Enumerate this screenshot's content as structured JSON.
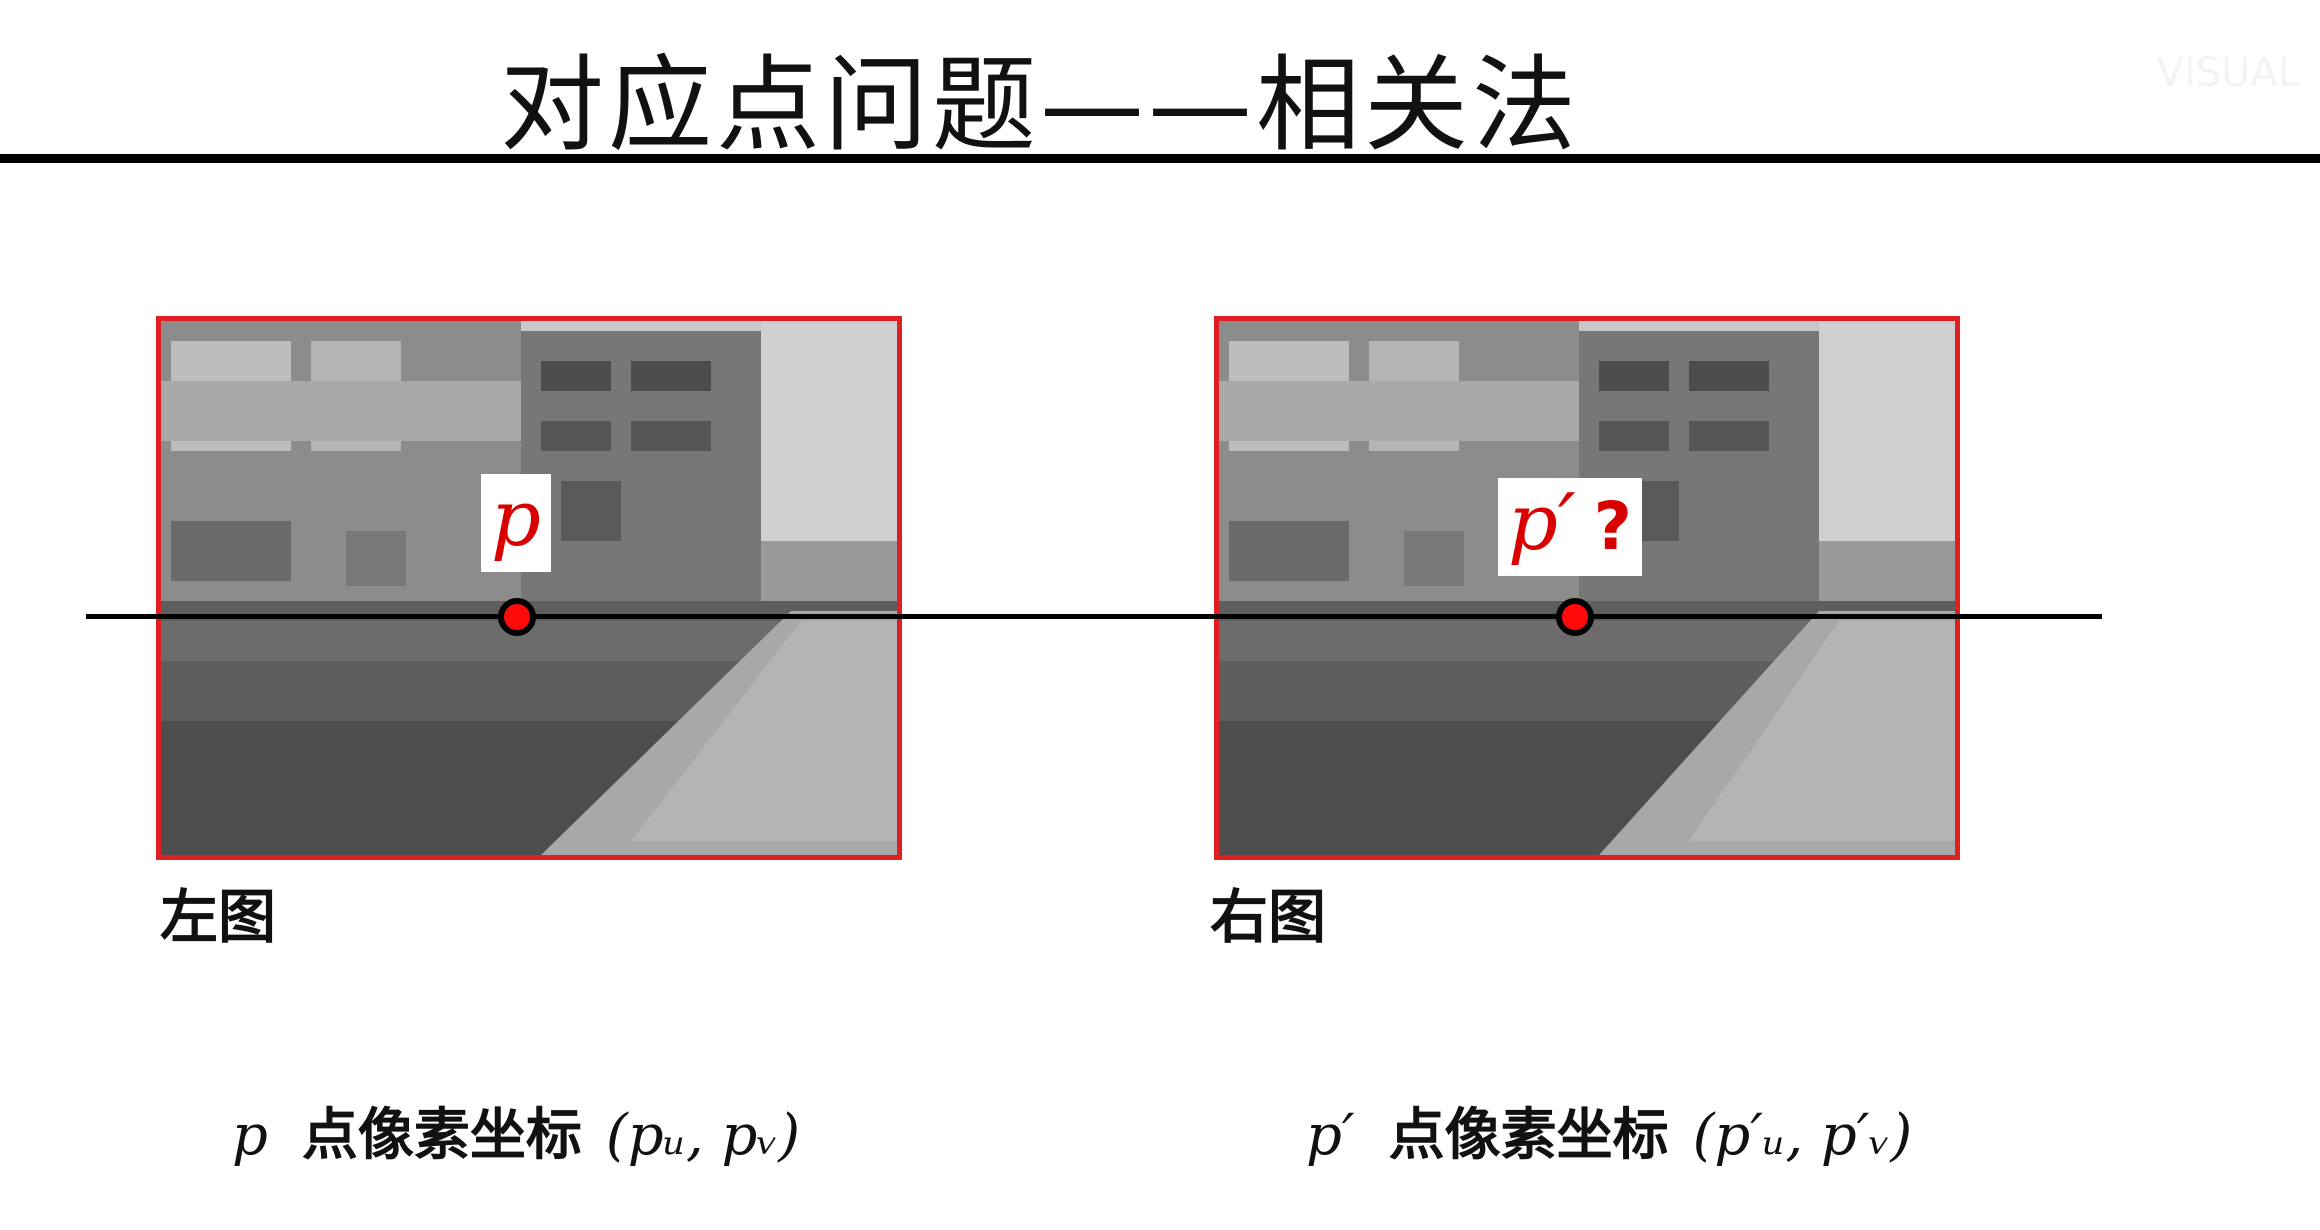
{
  "slide": {
    "title": "对应点问题——相关法",
    "watermark": "VISUAL"
  },
  "left_image": {
    "caption": "左图",
    "point_label": "p",
    "frame_color": "#e02020"
  },
  "right_image": {
    "caption": "右图",
    "point_label": "p′",
    "point_question": "?",
    "frame_color": "#e02020"
  },
  "marker_color": "#ff0a0a",
  "formulas": [
    {
      "symbol": "p",
      "text": "点像素坐标",
      "coords": "(pᵤ, pᵥ)"
    },
    {
      "symbol": "p′",
      "text": "点像素坐标",
      "coords": "(p′ᵤ, p′ᵥ)"
    }
  ]
}
